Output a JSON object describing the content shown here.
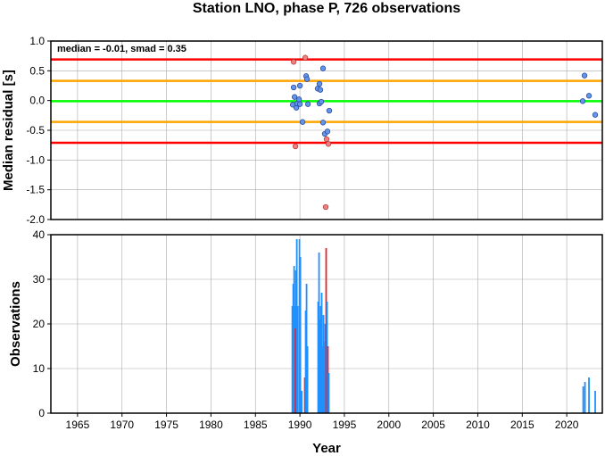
{
  "chart_data": [
    {
      "type": "scatter",
      "title": "Station LNO, phase P, 726 observations",
      "ylabel": "Median residual [s]",
      "annotation": "median = -0.01, smad = 0.35",
      "xlim": [
        1962,
        2024
      ],
      "ylim": [
        -2.0,
        1.0
      ],
      "yticks": [
        "1.0",
        "0.5",
        "0.0",
        "-0.5",
        "-1.0",
        "-1.5",
        "-2.0"
      ],
      "grid": true,
      "reference_lines": [
        {
          "y": 0.69,
          "color": "#ff0000"
        },
        {
          "y": 0.33,
          "color": "#ffa500"
        },
        {
          "y": -0.01,
          "color": "#00ff00"
        },
        {
          "y": -0.36,
          "color": "#ffa500"
        },
        {
          "y": -0.71,
          "color": "#ff0000"
        }
      ],
      "points": [
        {
          "x": 1989.3,
          "y": 0.65,
          "outlier": true
        },
        {
          "x": 1989.3,
          "y": 0.22,
          "outlier": false
        },
        {
          "x": 1989.4,
          "y": 0.06,
          "outlier": false
        },
        {
          "x": 1989.2,
          "y": -0.07,
          "outlier": false
        },
        {
          "x": 1989.6,
          "y": -0.12,
          "outlier": false
        },
        {
          "x": 1989.7,
          "y": -0.05,
          "outlier": false
        },
        {
          "x": 1989.5,
          "y": -0.77,
          "outlier": true
        },
        {
          "x": 1989.9,
          "y": 0.02,
          "outlier": false
        },
        {
          "x": 1990.0,
          "y": -0.06,
          "outlier": false
        },
        {
          "x": 1990.0,
          "y": 0.25,
          "outlier": false
        },
        {
          "x": 1990.3,
          "y": -0.36,
          "outlier": false
        },
        {
          "x": 1990.6,
          "y": 0.72,
          "outlier": true
        },
        {
          "x": 1990.7,
          "y": 0.41,
          "outlier": false
        },
        {
          "x": 1990.8,
          "y": 0.36,
          "outlier": false
        },
        {
          "x": 1990.9,
          "y": -0.06,
          "outlier": false
        },
        {
          "x": 1992.0,
          "y": 0.2,
          "outlier": false
        },
        {
          "x": 1992.2,
          "y": 0.28,
          "outlier": false
        },
        {
          "x": 1992.3,
          "y": 0.18,
          "outlier": false
        },
        {
          "x": 1992.2,
          "y": -0.05,
          "outlier": false
        },
        {
          "x": 1992.4,
          "y": -0.02,
          "outlier": false
        },
        {
          "x": 1992.6,
          "y": 0.54,
          "outlier": false
        },
        {
          "x": 1992.6,
          "y": -0.37,
          "outlier": false
        },
        {
          "x": 1992.8,
          "y": -0.56,
          "outlier": false
        },
        {
          "x": 1993.0,
          "y": -0.65,
          "outlier": true
        },
        {
          "x": 1993.1,
          "y": -0.52,
          "outlier": false
        },
        {
          "x": 1993.2,
          "y": -0.73,
          "outlier": true
        },
        {
          "x": 1993.3,
          "y": -0.17,
          "outlier": false
        },
        {
          "x": 1992.9,
          "y": -1.79,
          "outlier": true
        },
        {
          "x": 2021.8,
          "y": -0.01,
          "outlier": false
        },
        {
          "x": 2022.0,
          "y": 0.42,
          "outlier": false
        },
        {
          "x": 2022.5,
          "y": 0.08,
          "outlier": false
        },
        {
          "x": 2023.2,
          "y": -0.24,
          "outlier": false
        }
      ]
    },
    {
      "type": "bar",
      "ylabel": "Observations",
      "xlabel": "Year",
      "xlim": [
        1962,
        2024
      ],
      "ylim": [
        0,
        40
      ],
      "xticks": [
        "1965",
        "1970",
        "1975",
        "1980",
        "1985",
        "1990",
        "1995",
        "2000",
        "2005",
        "2010",
        "2015",
        "2020"
      ],
      "yticks": [
        "0",
        "10",
        "20",
        "30",
        "40"
      ],
      "grid": true,
      "bars": [
        {
          "x": 1989.15,
          "y": 24,
          "color": "#1e90ff"
        },
        {
          "x": 1989.25,
          "y": 29,
          "color": "#1e90ff"
        },
        {
          "x": 1989.35,
          "y": 33,
          "color": "#1e90ff"
        },
        {
          "x": 1989.45,
          "y": 24,
          "color": "#1e90ff"
        },
        {
          "x": 1989.55,
          "y": 32,
          "color": "#1e90ff"
        },
        {
          "x": 1989.5,
          "y": 19,
          "color": "#e8232a"
        },
        {
          "x": 1989.65,
          "y": 39,
          "color": "#1e90ff"
        },
        {
          "x": 1989.75,
          "y": 24,
          "color": "#1e90ff"
        },
        {
          "x": 1989.95,
          "y": 39,
          "color": "#1e90ff"
        },
        {
          "x": 1990.05,
          "y": 35,
          "color": "#1e90ff"
        },
        {
          "x": 1990.2,
          "y": 5,
          "color": "#1e90ff"
        },
        {
          "x": 1990.55,
          "y": 8,
          "color": "#e8232a"
        },
        {
          "x": 1990.65,
          "y": 23,
          "color": "#1e90ff"
        },
        {
          "x": 1990.75,
          "y": 29,
          "color": "#1e90ff"
        },
        {
          "x": 1990.85,
          "y": 15,
          "color": "#1e90ff"
        },
        {
          "x": 1992.05,
          "y": 25,
          "color": "#1e90ff"
        },
        {
          "x": 1992.15,
          "y": 36,
          "color": "#1e90ff"
        },
        {
          "x": 1992.25,
          "y": 21,
          "color": "#1e90ff"
        },
        {
          "x": 1992.35,
          "y": 24,
          "color": "#1e90ff"
        },
        {
          "x": 1992.45,
          "y": 27,
          "color": "#1e90ff"
        },
        {
          "x": 1992.55,
          "y": 15,
          "color": "#1e90ff"
        },
        {
          "x": 1992.65,
          "y": 22,
          "color": "#1e90ff"
        },
        {
          "x": 1992.75,
          "y": 16,
          "color": "#1e90ff"
        },
        {
          "x": 1992.85,
          "y": 20,
          "color": "#1e90ff"
        },
        {
          "x": 1992.95,
          "y": 37,
          "color": "#e8232a"
        },
        {
          "x": 1993.05,
          "y": 25,
          "color": "#1e90ff"
        },
        {
          "x": 1993.15,
          "y": 15,
          "color": "#e8232a"
        },
        {
          "x": 1993.25,
          "y": 9,
          "color": "#1e90ff"
        },
        {
          "x": 2021.85,
          "y": 6,
          "color": "#1e90ff"
        },
        {
          "x": 2022.05,
          "y": 7,
          "color": "#1e90ff"
        },
        {
          "x": 2022.5,
          "y": 8,
          "color": "#1e90ff"
        },
        {
          "x": 2023.2,
          "y": 5,
          "color": "#1e90ff"
        }
      ]
    }
  ],
  "colors": {
    "point_normal": "#6495ed",
    "point_outlier": "#f08080",
    "grid": "#aaaaaa"
  }
}
